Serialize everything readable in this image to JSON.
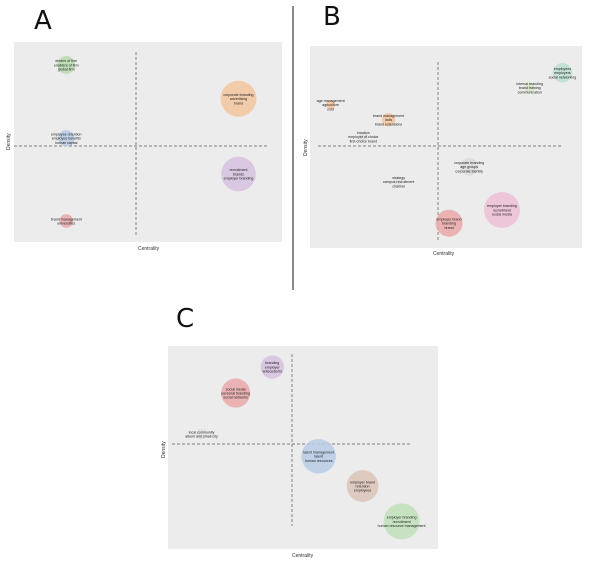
{
  "panels": [
    {
      "letter": "A"
    },
    {
      "letter": "B"
    },
    {
      "letter": "C"
    }
  ],
  "chart_data": [
    {
      "type": "scatter",
      "panel": "A",
      "xlabel": "Centrality",
      "ylabel": "Density",
      "xlim": [
        0,
        1
      ],
      "ylim": [
        0,
        1
      ],
      "grid": false,
      "points": [
        {
          "x": 0.18,
          "y": 0.91,
          "size": 0.35,
          "color": "#b7dcae",
          "labels": [
            "drivers of firm",
            "enablers of firm",
            "global firm"
          ]
        },
        {
          "x": 0.88,
          "y": 0.73,
          "size": 1.0,
          "color": "#f3c6a0",
          "labels": [
            "corporate branding",
            "advertising",
            "brand"
          ]
        },
        {
          "x": 0.18,
          "y": 0.52,
          "size": 0.3,
          "color": "#b8cde6",
          "labels": [
            "employee retention",
            "employee benefits",
            "human capital"
          ]
        },
        {
          "x": 0.88,
          "y": 0.33,
          "size": 0.95,
          "color": "#d7c1df",
          "labels": [
            "recruitment",
            "brands",
            "employer branding"
          ]
        },
        {
          "x": 0.18,
          "y": 0.08,
          "size": 0.2,
          "color": "#eaa8a8",
          "labels": [
            "brand management",
            "universities"
          ]
        }
      ]
    },
    {
      "type": "scatter",
      "panel": "B",
      "xlabel": "Centrality",
      "ylabel": "Density",
      "xlim": [
        0,
        1
      ],
      "ylim": [
        0,
        1
      ],
      "grid": false,
      "points": [
        {
          "x": 0.97,
          "y": 0.9,
          "size": 0.45,
          "color": "#bde0cf",
          "labels": [
            "employees",
            "employers",
            "social networking"
          ]
        },
        {
          "x": 0.84,
          "y": 0.82,
          "size": 0.15,
          "color": "#d6e8c8",
          "labels": [
            "internal branding",
            "brand training",
            "communication"
          ]
        },
        {
          "x": 0.05,
          "y": 0.73,
          "size": 0.1,
          "color": "#f3c6a0",
          "labels": [
            "age management",
            "agriculture",
            "cold"
          ]
        },
        {
          "x": 0.28,
          "y": 0.65,
          "size": 0.25,
          "color": "#f3c6a0",
          "labels": [
            "brand management",
            "dolls",
            "brand extensions"
          ]
        },
        {
          "x": 0.18,
          "y": 0.56,
          "size": 0.1,
          "color": "#dddddd",
          "labels": [
            "emotion",
            "employer of choice",
            "first-choice brand"
          ]
        },
        {
          "x": 0.6,
          "y": 0.4,
          "size": 0.4,
          "color": "#dcdcdc",
          "labels": [
            "corporate branding",
            "age groups",
            "corporate identity"
          ]
        },
        {
          "x": 0.32,
          "y": 0.32,
          "size": 0.1,
          "color": "#e3e3e3",
          "labels": [
            "strategy",
            "campus recruitment",
            "channel"
          ]
        },
        {
          "x": 0.73,
          "y": 0.17,
          "size": 1.0,
          "color": "#eec0d6",
          "labels": [
            "employer branding",
            "recruitment",
            "social media"
          ]
        },
        {
          "x": 0.52,
          "y": 0.1,
          "size": 0.7,
          "color": "#eaa8a8",
          "labels": [
            "employer brand",
            "branding",
            "brand"
          ]
        }
      ]
    },
    {
      "type": "scatter",
      "panel": "C",
      "xlabel": "Centrality",
      "ylabel": "Density",
      "xlim": [
        0,
        1
      ],
      "ylim": [
        0,
        1
      ],
      "grid": false,
      "points": [
        {
          "x": 0.37,
          "y": 0.93,
          "size": 0.55,
          "color": "#d7c1df",
          "labels": [
            "branding",
            "employer",
            "antecedents"
          ]
        },
        {
          "x": 0.22,
          "y": 0.79,
          "size": 0.75,
          "color": "#eaa8a8",
          "labels": [
            "social media",
            "personal branding",
            "social networks"
          ]
        },
        {
          "x": 0.08,
          "y": 0.57,
          "size": 0.1,
          "color": "#e3e3e3",
          "labels": [
            "local community",
            "album and small city"
          ]
        },
        {
          "x": 0.56,
          "y": 0.45,
          "size": 0.95,
          "color": "#b8cde6",
          "labels": [
            "talent management",
            "talent",
            "human resources"
          ]
        },
        {
          "x": 0.74,
          "y": 0.29,
          "size": 0.85,
          "color": "#dcc4b6",
          "labels": [
            "employer brand",
            "retention",
            "employees"
          ]
        },
        {
          "x": 0.9,
          "y": 0.1,
          "size": 1.0,
          "color": "#bfe0b8",
          "labels": [
            "employer branding",
            "recruitment",
            "human resource management"
          ]
        }
      ]
    }
  ]
}
